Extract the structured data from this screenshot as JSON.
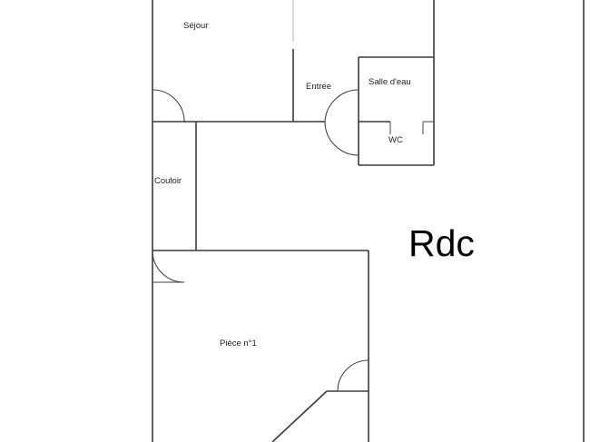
{
  "floor_label": "Rdc",
  "rooms": {
    "sejour": "Séjour",
    "entree": "Entrée",
    "salle_deau": "Salle d'eau",
    "wc": "WC",
    "couloir": "Couloir",
    "piece_1": "Pièce n°1"
  },
  "colors": {
    "background": "#ffffff",
    "walls": "#3a3a3a",
    "text": "#222222"
  }
}
